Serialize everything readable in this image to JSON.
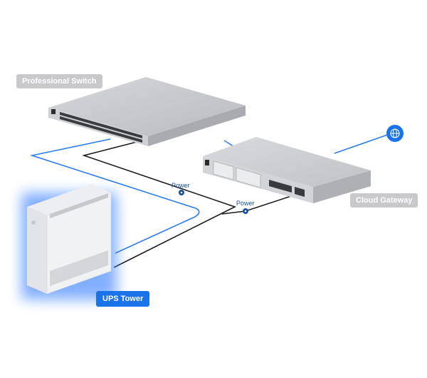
{
  "devices": {
    "switch_label": "Professional Switch",
    "gateway_label": "Cloud Gateway",
    "ups_label": "UPS Tower"
  },
  "connections": {
    "power_label_1": "Power",
    "power_label_2": "Power"
  },
  "icons": {
    "internet": "globe-icon"
  },
  "colors": {
    "data_cable": "#2b7de9",
    "power_cable": "#1c1c1c",
    "highlight": "#1a73e8",
    "tag_gray": "#c9c9cc"
  }
}
